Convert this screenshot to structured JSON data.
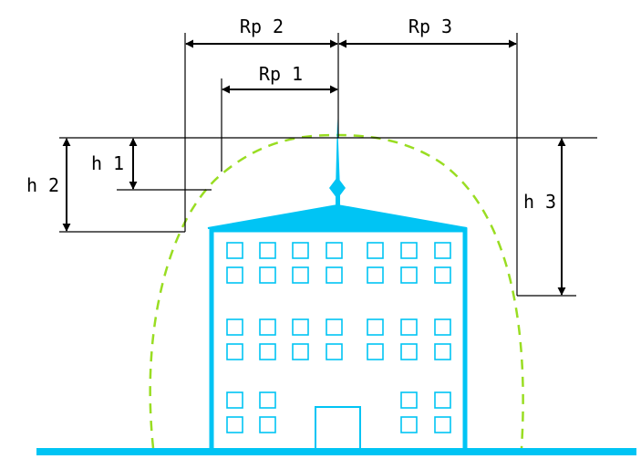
{
  "labels": {
    "rp1": "Rp 1",
    "rp2": "Rp 2",
    "rp3": "Rp 3",
    "h1": "h 1",
    "h2": "h 2",
    "h3": "h 3"
  },
  "colors": {
    "building": "#00c4f4",
    "protection_zone": "#99dd22",
    "dimension_lines": "#000000"
  },
  "icons": {
    "lightning_rod": "lightning-rod-icon"
  }
}
